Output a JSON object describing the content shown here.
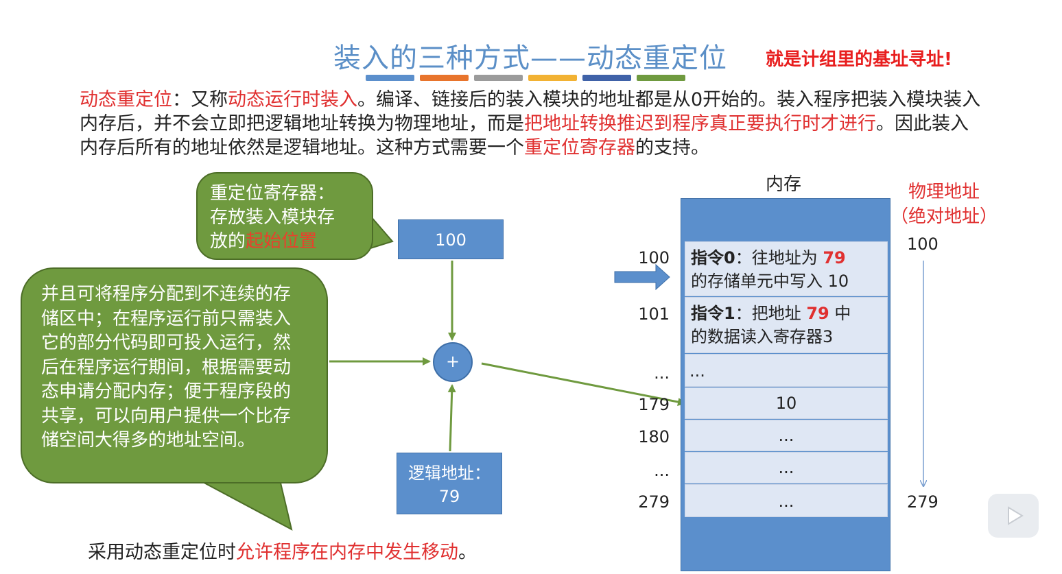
{
  "title": "装入的三种方式——动态重定位",
  "title_note": "就是计组里的基址寻址!",
  "accent_bars": [
    "#5b8fcc",
    "#e8742c",
    "#9b9b9b",
    "#f2b233",
    "#3f62a8",
    "#6f9a3f"
  ],
  "paragraph": {
    "p1": "动态重定位",
    "p2": "：又称",
    "p3": "动态运行时装入",
    "p4": "。编译、链接后的装入模块的地址都是从0开始的。装入程序把装入模块装入内存后，并不会立即把逻辑地址转换为物理地址，而是",
    "p5": "把地址转换推迟到程序真正要执行时才进行",
    "p6": "。因此装入内存后所有的地址依然是逻辑地址。这种方式需要一个",
    "p7": "重定位寄存器",
    "p8": "的支持。"
  },
  "callout_register": {
    "line1": "重定位寄存器：",
    "line2": "存放装入模块存",
    "line3a": "放的",
    "line3b": "起始位置"
  },
  "callout_benefits": "并且可将程序分配到不连续的存储区中；在程序运行前只需装入它的部分代码即可投入运行，然后在程序运行期间，根据需要动态申请分配内存；便于程序段的共享，可以向用户提供一个比存储空间大得多的地址空间。",
  "register_value": "100",
  "adder_symbol": "+",
  "logical_address": {
    "label": "逻辑地址：",
    "value": "79"
  },
  "memory": {
    "label": "内存",
    "physical_label_1": "物理地址",
    "physical_label_2": "（绝对地址）",
    "physical_start": "100",
    "physical_end": "279",
    "rows": [
      {
        "addr": "100",
        "a": "指令0",
        "b": "：往地址为 ",
        "c": "79",
        "d": "的存储单元中写入 10"
      },
      {
        "addr": "101",
        "a": "指令1",
        "b": "：把地址 ",
        "c": "79",
        "b2": " 中",
        "d": "的数据读入寄存器3"
      },
      {
        "addr": "...",
        "text": "..."
      },
      {
        "addr": "179",
        "text": "10"
      },
      {
        "addr": "180",
        "text": "..."
      },
      {
        "addr": "...",
        "text": "..."
      },
      {
        "addr": "279",
        "text": "..."
      }
    ]
  },
  "bottom_note": {
    "a": "采用动态重定位时",
    "b": "允许程序在内存中发生移动",
    "c": "。"
  }
}
